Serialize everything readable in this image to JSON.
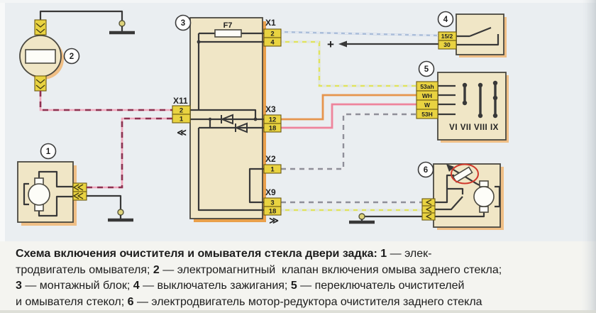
{
  "colors": {
    "bg": "#e7ebee",
    "diagram_bg": "#eaeef1",
    "caption_bg": "#f4f4f0",
    "component_fill": "#f0e6c6",
    "component_stroke": "#4a4840",
    "shadow_warm": "#f0bf86",
    "block_shadow": "#e9a04b",
    "connector_yellow": "#e9d341",
    "connector_stroke": "#6b5a12",
    "wire_dark": "#383838",
    "wire_pink": "#f0a6bb",
    "wire_pink_dash": "#8e3150",
    "wire_blue": "#abbeda",
    "wire_yellow": "#e0e35f",
    "wire_orange": "#e6954d",
    "wire_rose": "#ee849c",
    "wire_gray_base": "#ededf0",
    "wire_gray_dash": "#8f8f99",
    "gap": "#dde3e9",
    "dot_fill": "#ddd27a",
    "highlight_red": "#cf382c",
    "ink": "#222222"
  },
  "d": {
    "fuse": "F7",
    "plus": "+",
    "sym_in": "≪",
    "sym_out": "≫",
    "x1": {
      "name": "X1",
      "p1": "2",
      "p2": "4"
    },
    "x3": {
      "name": "X3",
      "p1": "12",
      "p2": "18"
    },
    "x2": {
      "name": "X2",
      "p1": "1"
    },
    "x9": {
      "name": "X9",
      "p1": "3",
      "p2": "18"
    },
    "x11": {
      "name": "X11",
      "p1": "2",
      "p2": "1"
    },
    "ignition": {
      "t1": "15/2",
      "t2": "30"
    },
    "switch5": {
      "t1": "53ah",
      "t2": "WH",
      "t3": "W",
      "t4": "53H",
      "positions": "VI VII VIII IX"
    },
    "labels": {
      "c1": "1",
      "c2": "2",
      "c3": "3",
      "c4": "4",
      "c5": "5",
      "c6": "6"
    }
  },
  "caption": {
    "segments": [
      {
        "text": "Схема включения очистителя и омывателя стекла двери задка: 1",
        "bold": true
      },
      {
        "text": " — элек-",
        "bold": false
      },
      {
        "text": "тродвигатель омывателя; ",
        "bold": false
      },
      {
        "text": "2",
        "bold": true
      },
      {
        "text": " — электромагнитный  клапан включения омыва заднего стекла;",
        "bold": false
      },
      {
        "text": "3",
        "bold": true
      },
      {
        "text": " — монтажный блок; ",
        "bold": false
      },
      {
        "text": "4",
        "bold": true
      },
      {
        "text": " — выключатель зажигания; ",
        "bold": false
      },
      {
        "text": "5",
        "bold": true
      },
      {
        "text": " — переключатель очистителей",
        "bold": false
      },
      {
        "text": "и омывателя стекол; ",
        "bold": false
      },
      {
        "text": "6",
        "bold": true
      },
      {
        "text": " — электродвигатель мотор-редуктора очистителя заднего стекла",
        "bold": false
      }
    ]
  }
}
